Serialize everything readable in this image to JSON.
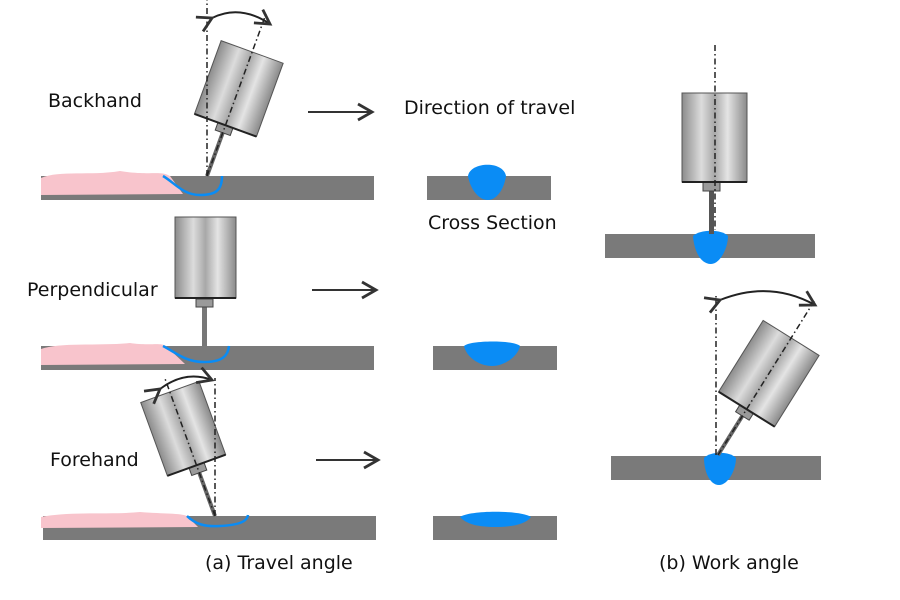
{
  "colors": {
    "plate": "#7a7a7a",
    "weld_bead": "#0a8cf5",
    "weld_trail": "#f8c4cc",
    "torch_dark": "#8a8a8a",
    "torch_light": "#e6e6e6",
    "line": "#222222"
  },
  "travel_angle": {
    "caption": "(a) Travel angle",
    "direction_label": "Direction of travel",
    "cross_section_label": "Cross Section",
    "rows": [
      {
        "label": "Backhand",
        "torch_tilt_deg": 20,
        "penetration": "deep"
      },
      {
        "label": "Perpendicular",
        "torch_tilt_deg": 0,
        "penetration": "medium"
      },
      {
        "label": "Forehand",
        "torch_tilt_deg": -20,
        "penetration": "shallow"
      }
    ]
  },
  "work_angle": {
    "caption": "(b) Work angle",
    "views": [
      {
        "name": "perpendicular",
        "torch_tilt_deg": 0
      },
      {
        "name": "tilted",
        "torch_tilt_deg": 30
      }
    ]
  }
}
